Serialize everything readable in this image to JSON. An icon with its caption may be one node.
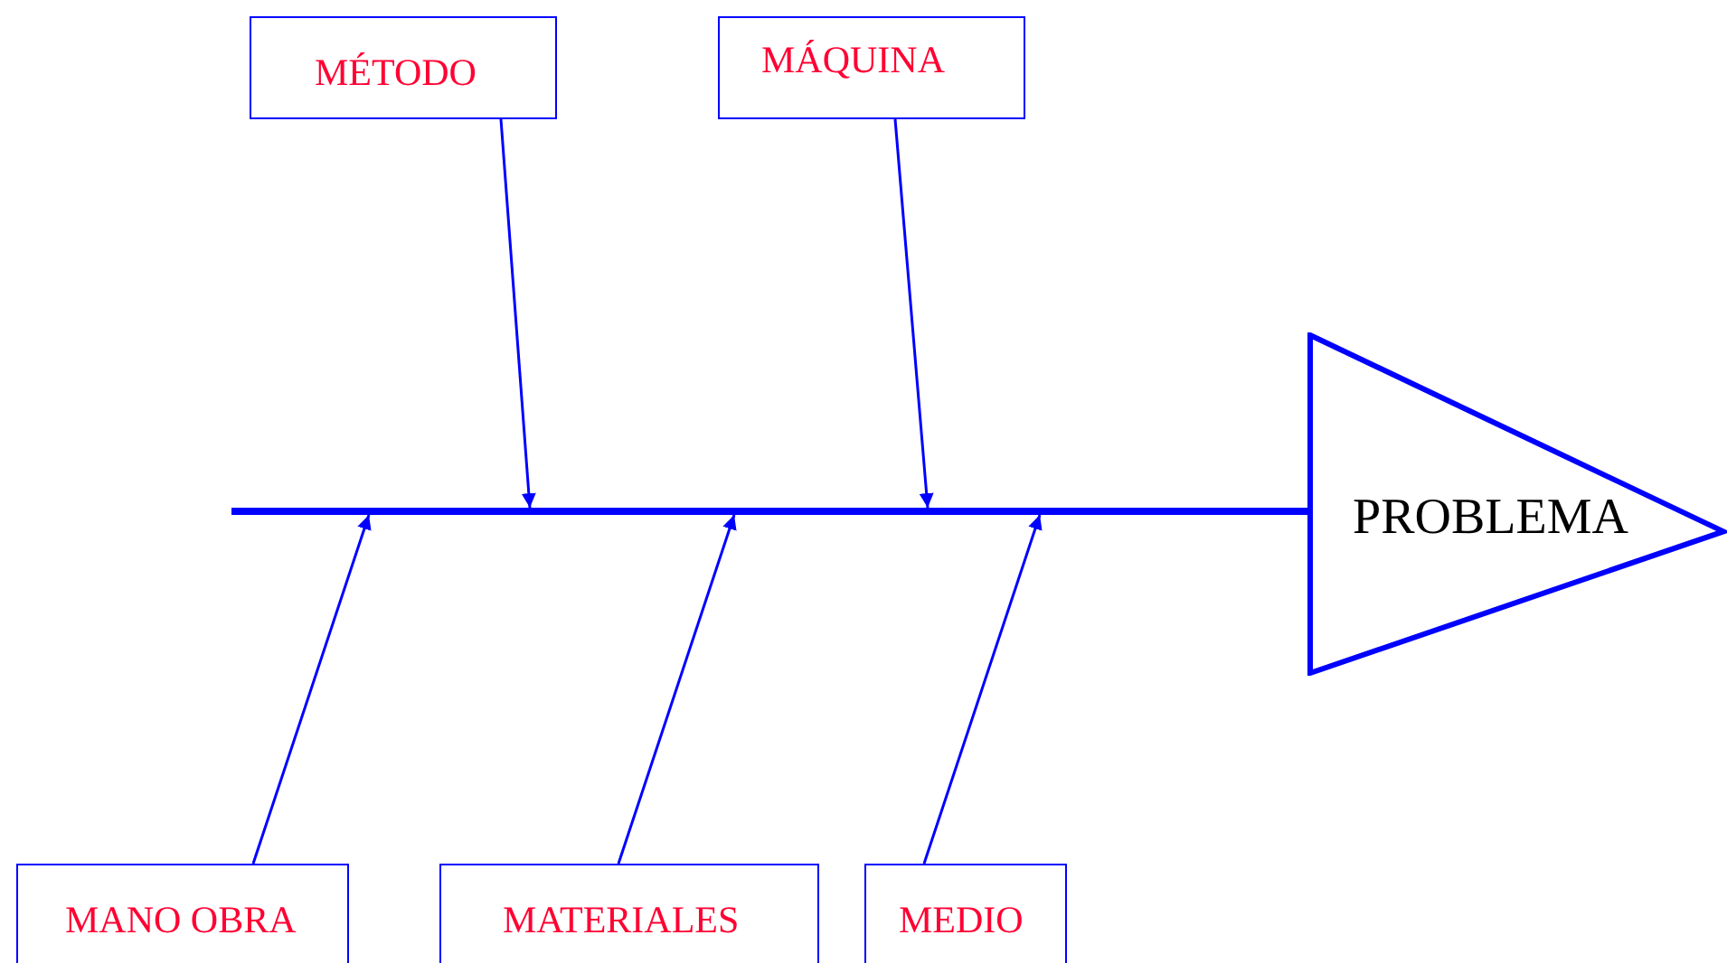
{
  "diagram": {
    "nodes": [
      {
        "text": [
          "MÉTODO"
        ]
      },
      {
        "text": [
          "MÁQUINA"
        ]
      },
      {
        "text": [],
        "shape": "bar"
      },
      {
        "text": [
          "PROBLEMA"
        ]
      },
      {
        "text": [
          "MANO OBRA"
        ]
      },
      {
        "text": [
          "MATERIALES"
        ]
      },
      {
        "text": [
          "MEDIO"
        ]
      }
    ],
    "edges": [
      {
        "from": 0,
        "to": 2,
        "arrow": "to"
      },
      {
        "from": 1,
        "to": 2,
        "arrow": "to"
      },
      {
        "from": 2,
        "to": 3,
        "arrow": "none",
        "style": "thick"
      },
      {
        "from": 4,
        "to": 2,
        "arrow": "to"
      },
      {
        "from": 5,
        "to": 2,
        "arrow": "to"
      },
      {
        "from": 6,
        "to": 2,
        "arrow": "to"
      }
    ]
  }
}
